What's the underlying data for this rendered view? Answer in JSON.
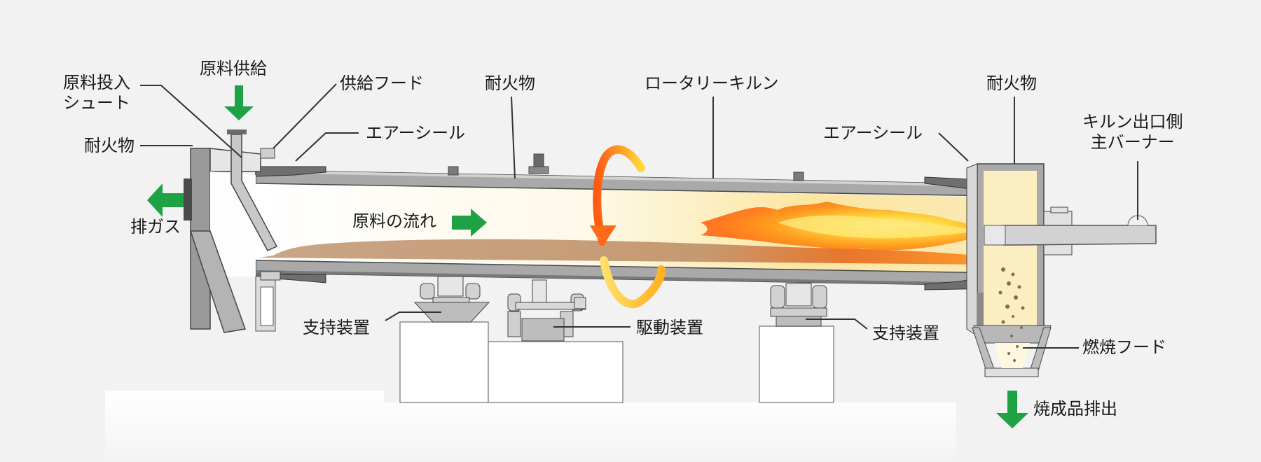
{
  "labels": {
    "material_feed": "原料供給",
    "feed_chute": "原料投入\nシュート",
    "feed_hood": "供給フード",
    "refractory_left": "耐火物",
    "refractory_mid": "耐火物",
    "refractory_right": "耐火物",
    "air_seal_left": "エアーシール",
    "air_seal_right": "エアーシール",
    "rotary_kiln": "ロータリーキルン",
    "exhaust_gas": "排ガス",
    "material_flow": "原料の流れ",
    "main_burner": "キルン出口側\n主バーナー",
    "support_left": "支持装置",
    "drive_unit": "駆動装置",
    "support_right": "支持装置",
    "combustion_hood": "燃焼フード",
    "product_discharge": "焼成品排出"
  },
  "colors": {
    "arrow_green": "#1fa245",
    "steel": "#9c9c9c",
    "steel_dark": "#5e5e5e",
    "material": "#c9a07e",
    "flame_core": "#ffd23a",
    "flame_outer": "#ff7a1e",
    "rotation_arrow": "#ff6a1a"
  }
}
